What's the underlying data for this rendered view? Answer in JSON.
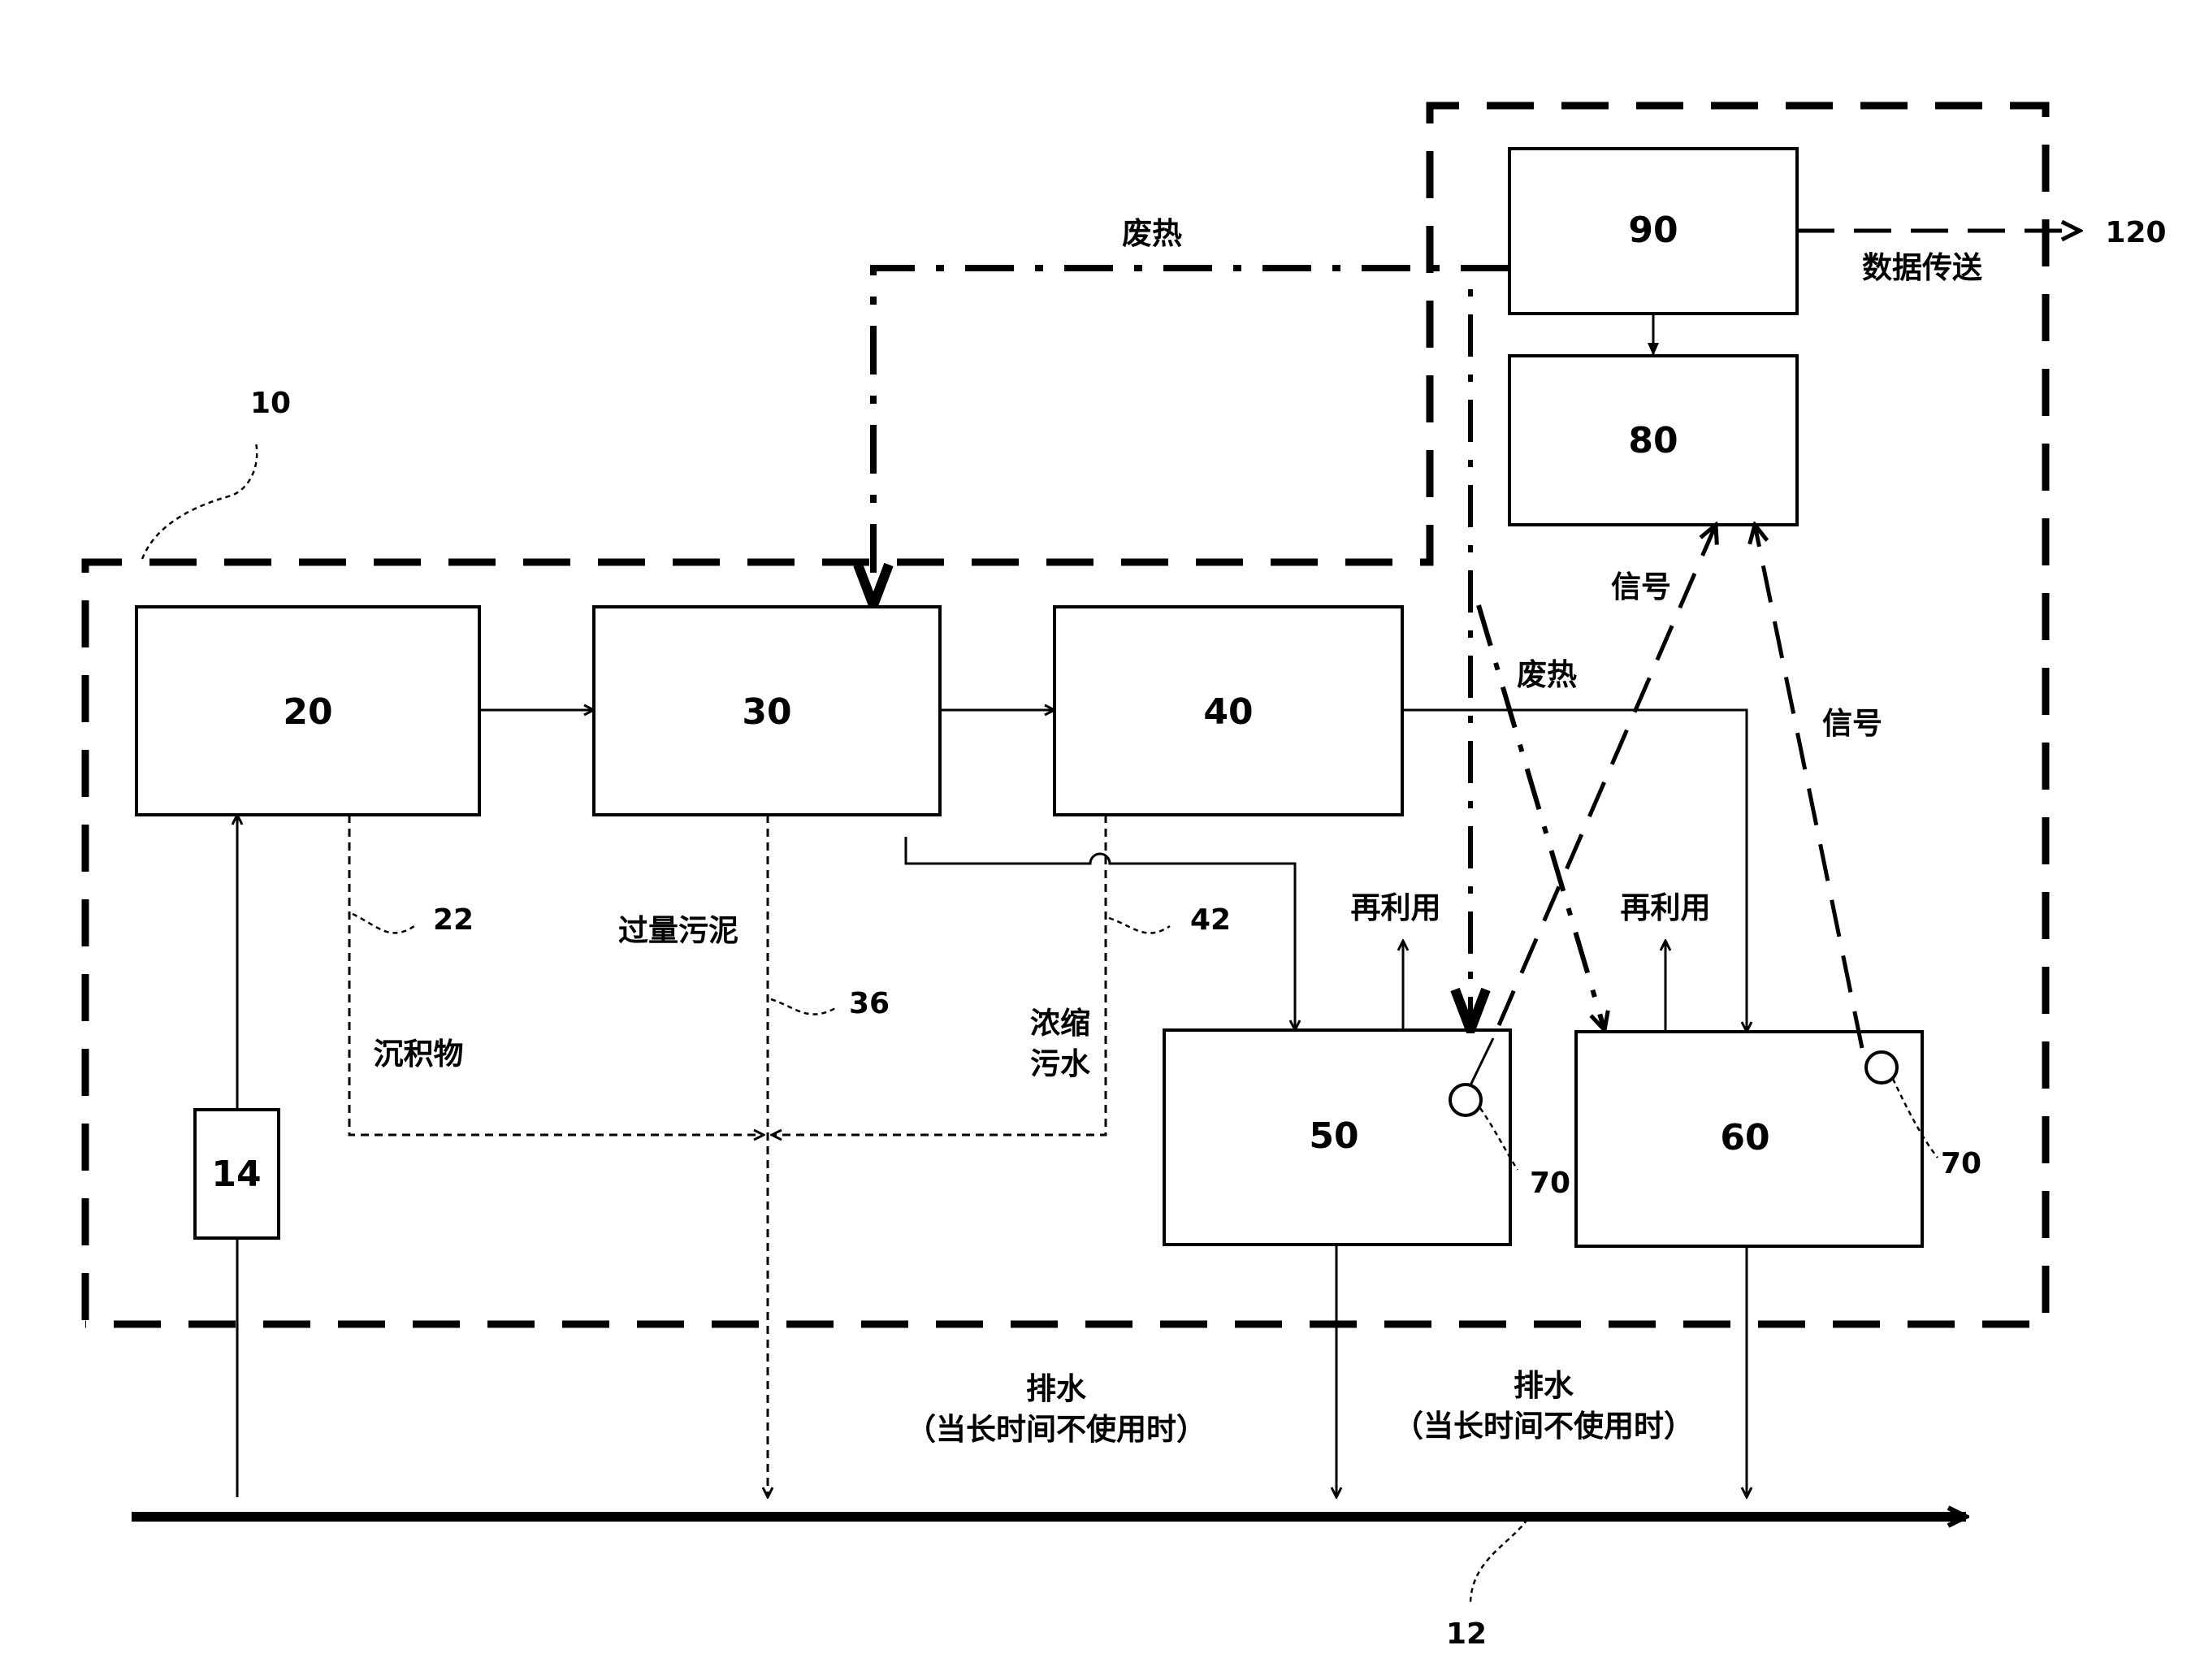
{
  "boxes": {
    "b20": "20",
    "b30": "30",
    "b40": "40",
    "b50": "50",
    "b60": "60",
    "b80": "80",
    "b90": "90",
    "b14": "14"
  },
  "refs": {
    "r10": "10",
    "r12": "12",
    "r22": "22",
    "r36": "36",
    "r42": "42",
    "r70a": "70",
    "r70b": "70",
    "r120": "120"
  },
  "labels": {
    "waste_heat_top": "废热",
    "waste_heat_mid": "废热",
    "data_transfer": "数据传送",
    "signal_left": "信号",
    "signal_right": "信号",
    "reuse_50": "再利用",
    "reuse_60": "再利用",
    "excess_sludge": "过量污泥",
    "sediment": "沉积物",
    "concentrated_line1": "浓缩",
    "concentrated_line2": "污水",
    "drain_left_line1": "排水",
    "drain_left_line2": "（当长时间不使用时）",
    "drain_right_line1": "排水",
    "drain_right_line2": "（当长时间不使用时）"
  }
}
